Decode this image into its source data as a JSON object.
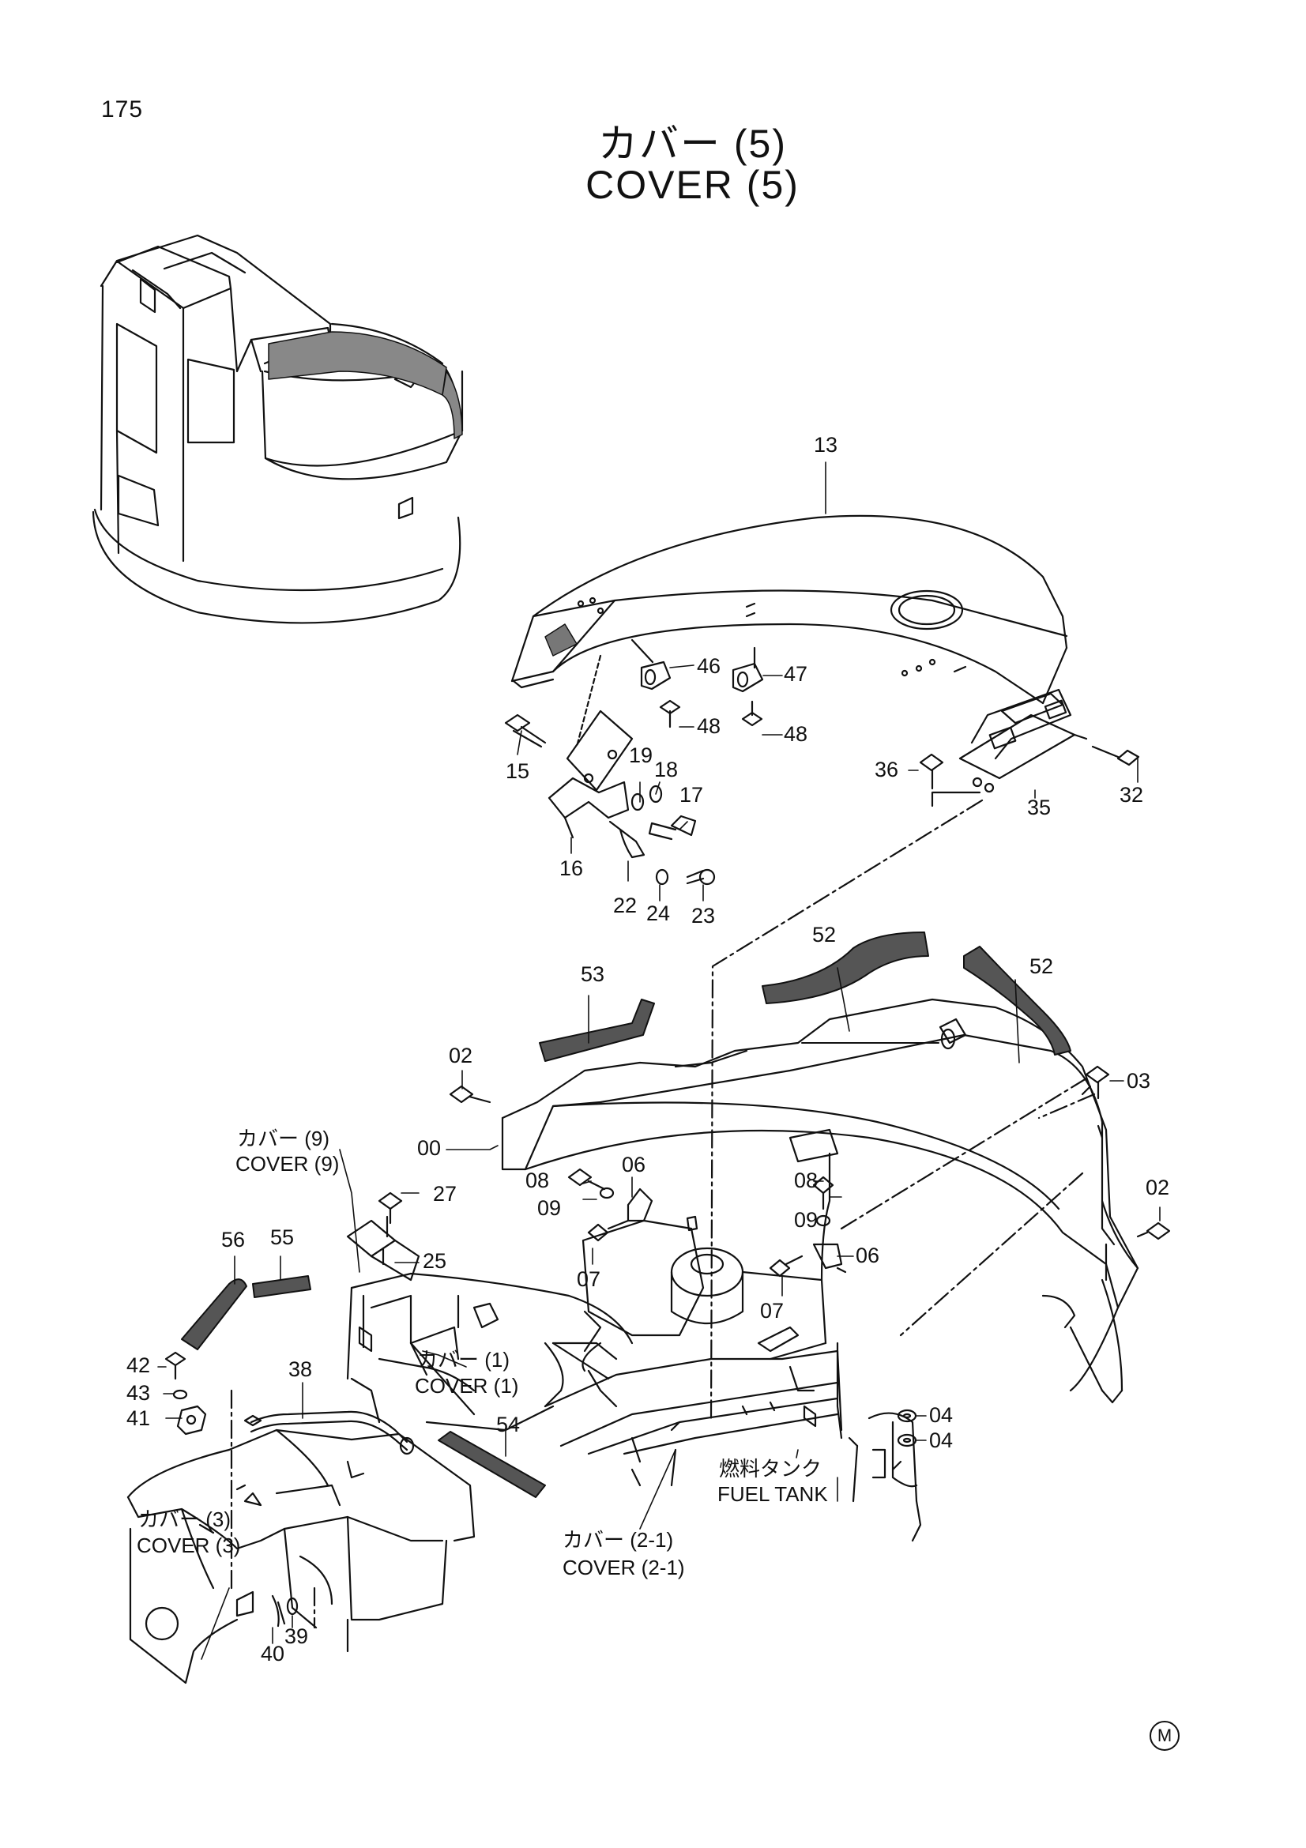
{
  "page": {
    "number": "175",
    "title_jp": "カバー (5)",
    "title_en": "COVER (5)",
    "mark": "M"
  },
  "part_labels": [
    "13",
    "46",
    "47",
    "48",
    "48",
    "15",
    "19",
    "18",
    "17",
    "36",
    "32",
    "35",
    "16",
    "22",
    "24",
    "23",
    "53",
    "52",
    "52",
    "02",
    "03",
    "00",
    "08",
    "06",
    "09",
    "27",
    "08",
    "09",
    "06",
    "02",
    "56",
    "55",
    "25",
    "07",
    "07",
    "42",
    "43",
    "41",
    "38",
    "04",
    "04",
    "54",
    "40",
    "39"
  ],
  "callouts": {
    "cover9_jp": "カバー (9)",
    "cover9_en": "COVER (9)",
    "cover1_jp": "カバー (1)",
    "cover1_en": "COVER (1)",
    "cover3_jp": "カバー (3)",
    "cover3_en": "COVER (3)",
    "cover21_jp": "カバー (2-1)",
    "cover21_en": "COVER (2-1)",
    "fuel_jp": "燃料タンク",
    "fuel_en": "FUEL TANK"
  }
}
